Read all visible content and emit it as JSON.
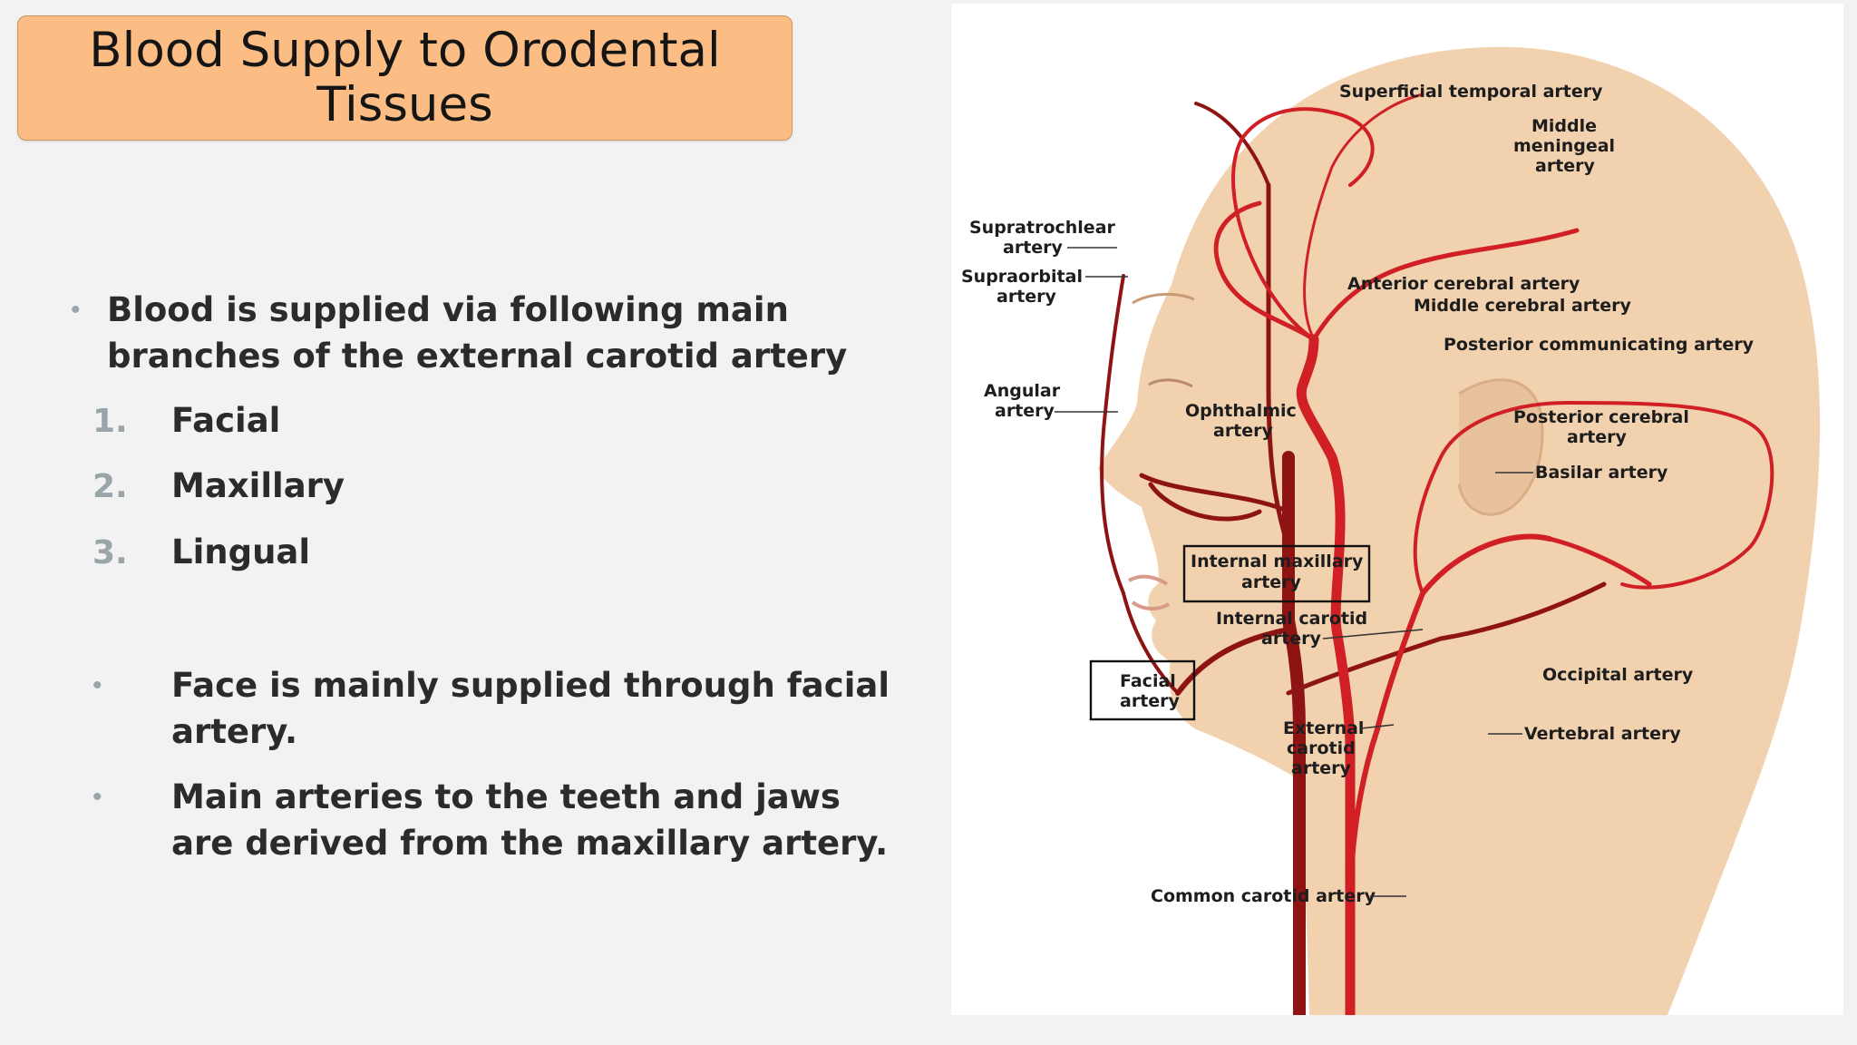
{
  "title": {
    "line1": "Blood Supply to Orodental",
    "line2": "Tissues"
  },
  "intro": {
    "line1": "Blood is supplied via following main",
    "line2": "branches of the external carotid artery"
  },
  "branches": [
    {
      "number": "1.",
      "label": "Facial"
    },
    {
      "number": "2.",
      "label": "Maxillary"
    },
    {
      "number": "3.",
      "label": "Lingual"
    }
  ],
  "points": [
    {
      "line1": "Face is mainly supplied through  facial",
      "line2": "artery."
    },
    {
      "line1": "Main arteries to the teeth and jaws",
      "line2": "are derived from the maxillary  artery."
    }
  ],
  "diagram": {
    "labels": {
      "superficial_temporal": "Superficial temporal artery",
      "middle_meningeal_1": "Middle",
      "middle_meningeal_2": "meningeal",
      "middle_meningeal_3": "artery",
      "supratrochlear_1": "Supratrochlear",
      "supratrochlear_2": "artery",
      "supraorbital_1": "Supraorbital",
      "supraorbital_2": "artery",
      "anterior_cerebral": "Anterior cerebral artery",
      "middle_cerebral": "Middle cerebral artery",
      "posterior_communicating": "Posterior communicating artery",
      "angular_1": "Angular",
      "angular_2": "artery",
      "ophthalmic_1": "Ophthalmic",
      "ophthalmic_2": "artery",
      "posterior_cerebral_1": "Posterior cerebral",
      "posterior_cerebral_2": "artery",
      "basilar": "Basilar artery",
      "internal_maxillary_1": "Internal maxillary",
      "internal_maxillary_2": "artery",
      "internal_carotid_1": "Internal carotid",
      "internal_carotid_2": "artery",
      "facial_1": "Facial",
      "facial_2": "artery",
      "occipital": "Occipital artery",
      "external_carotid_1": "External",
      "external_carotid_2": "carotid",
      "external_carotid_3": "artery",
      "vertebral": "Vertebral artery",
      "common_carotid": "Common carotid artery"
    },
    "colors": {
      "skin": "#f2d2ae",
      "artery": "#d11f26",
      "artery_dark": "#8e1414"
    }
  }
}
